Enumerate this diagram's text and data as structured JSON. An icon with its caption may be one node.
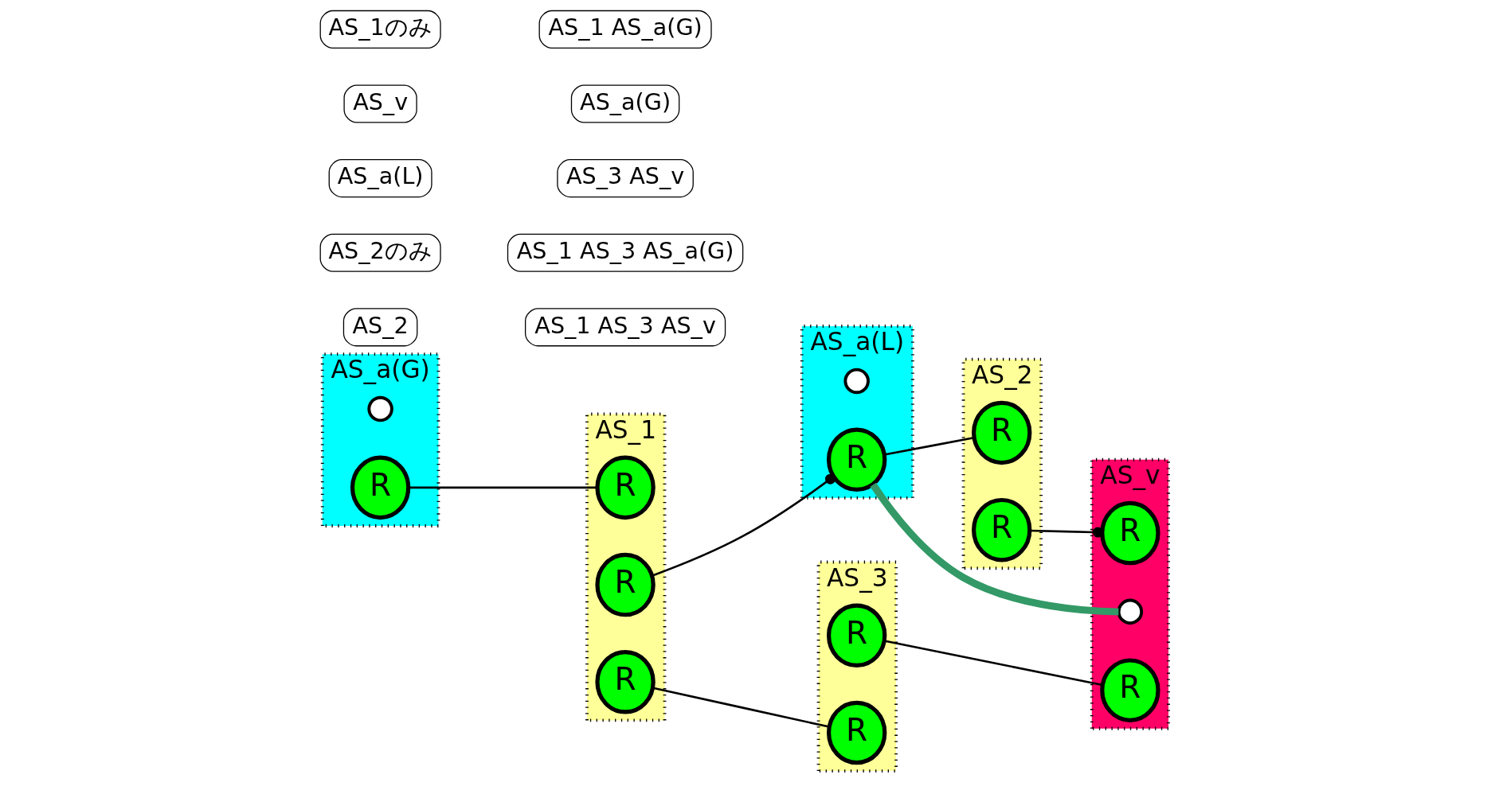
{
  "diagram": {
    "nodes": [
      {
        "text": [
          "AS_a(L)"
        ]
      },
      {
        "text": [],
        "shape": "circle",
        "in": 0
      },
      {
        "text": [
          "R"
        ],
        "in": 0
      },
      {
        "text": [
          "AS_2"
        ]
      },
      {
        "text": [
          "R"
        ],
        "in": 3
      },
      {
        "text": [
          "R"
        ],
        "in": 3
      },
      {
        "text": [
          "AS_v"
        ]
      },
      {
        "text": [
          "R"
        ],
        "in": 6
      },
      {
        "text": [],
        "shape": "circle",
        "in": 6
      },
      {
        "text": [
          "R"
        ],
        "in": 6
      },
      {
        "text": [
          "AS_a(G)"
        ]
      },
      {
        "text": [],
        "shape": "circle",
        "in": 10
      },
      {
        "text": [
          "R"
        ],
        "in": 10
      },
      {
        "text": [
          "AS_1"
        ]
      },
      {
        "text": [
          "R"
        ],
        "in": 13
      },
      {
        "text": [
          "R"
        ],
        "in": 13
      },
      {
        "text": [
          "R"
        ],
        "in": 13
      },
      {
        "text": [
          "AS_3"
        ]
      },
      {
        "text": [
          "R"
        ],
        "in": 17
      },
      {
        "text": [
          "R"
        ],
        "in": 17
      }
    ],
    "edges": [
      {
        "from": 2,
        "to": 4,
        "arrow": "none"
      },
      {
        "from": 5,
        "to": 7,
        "arrow": "other"
      },
      {
        "from": 15,
        "to": 2,
        "arrow": "other"
      },
      {
        "from": 12,
        "to": 14,
        "arrow": "none"
      },
      {
        "from": 16,
        "to": 19,
        "arrow": "none"
      },
      {
        "from": 18,
        "to": 9,
        "arrow": "none"
      },
      {
        "from": 8,
        "to": 2,
        "arrow": "none",
        "style": "thick",
        "color": "#339966"
      }
    ],
    "labels": [
      "AS_2",
      "AS_2のみ",
      "AS_a(L)",
      "AS_v",
      "AS_1のみ",
      "AS_1 AS_3 AS_v",
      "AS_1 AS_3 AS_a(G)",
      "AS_3 AS_v",
      "AS_a(G)",
      "AS_1 AS_a(G)"
    ]
  }
}
